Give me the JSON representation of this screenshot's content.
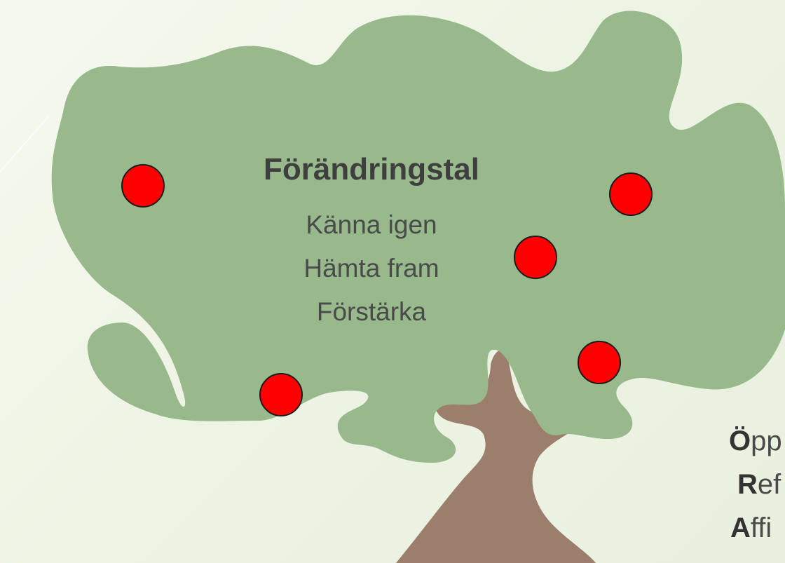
{
  "tree": {
    "title": "Förändringstal",
    "lines": [
      "Känna igen",
      "Hämta fram",
      "Förstärka"
    ],
    "foliage_color": "#97b98b",
    "trunk_color": "#9b7e6c",
    "apple_color": "#ff0000",
    "apple_count": 5
  },
  "ora_list": [
    {
      "initial": "Ö",
      "rest": "pp"
    },
    {
      "initial": "R",
      "rest": "ef"
    },
    {
      "initial": "A",
      "rest": "ffi"
    }
  ]
}
